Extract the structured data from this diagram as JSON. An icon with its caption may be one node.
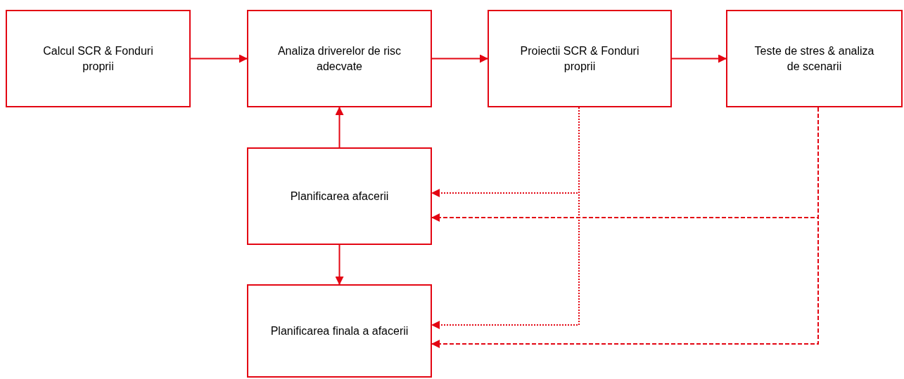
{
  "diagram": {
    "nodes": [
      {
        "text": [
          "Calcul SCR & Fonduri proprii"
        ]
      },
      {
        "text": [
          "Analiza driverelor de risc adecvate"
        ]
      },
      {
        "text": [
          "Proiectii SCR & Fonduri proprii"
        ]
      },
      {
        "text": [
          "Teste de stres & analiza de scenarii"
        ]
      },
      {
        "text": [
          "Planificarea afacerii"
        ]
      },
      {
        "text": [
          "Planificarea finala a afacerii"
        ]
      }
    ],
    "edges": [
      {
        "from": 0,
        "to": 1,
        "arrow": "to"
      },
      {
        "from": 1,
        "to": 2,
        "arrow": "to"
      },
      {
        "from": 2,
        "to": 3,
        "arrow": "to"
      },
      {
        "from": 4,
        "to": 1,
        "arrow": "to"
      },
      {
        "from": 4,
        "to": 5,
        "arrow": "to"
      },
      {
        "from": 2,
        "to": 4,
        "arrow": "to",
        "style": "dashed"
      },
      {
        "from": 2,
        "to": 5,
        "arrow": "to",
        "style": "dashed"
      },
      {
        "from": 3,
        "to": 4,
        "arrow": "to",
        "style": "dashed"
      },
      {
        "from": 3,
        "to": 5,
        "arrow": "to",
        "style": "dashed"
      }
    ]
  }
}
